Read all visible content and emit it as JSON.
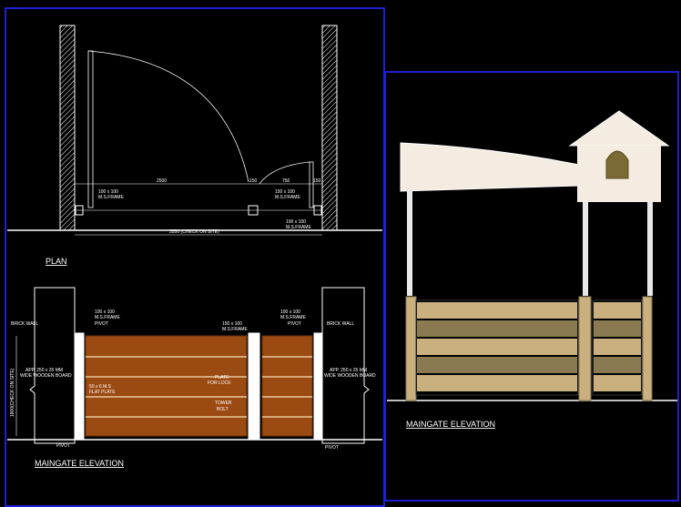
{
  "plan": {
    "title": "PLAN",
    "dim_left": "2500",
    "dim_mid": "150",
    "dim_right": "750",
    "dim_far": "150",
    "dim_total": "3550 (CHECK ON SITE)",
    "frame_left": [
      "100 x 100",
      "M.S.FRAME"
    ],
    "frame_mid": [
      "150 x 100",
      "M.S.FRAME"
    ],
    "frame_right": [
      "100 x 100",
      "M.S.FRAME"
    ]
  },
  "elevation": {
    "title": "MAINGATE  ELEVATION",
    "brick_left": "BRICK WALL",
    "brick_right": "BRICK WALL",
    "frame_left": [
      "100 x 100",
      "M.S.FRAME"
    ],
    "frame_mid": [
      "150 x 100",
      "M.S.FRAME"
    ],
    "frame_right": [
      "100 x 100",
      "M.S.FRAME"
    ],
    "pivot_tl": "PIVOT",
    "pivot_tr": "PIVOT",
    "pivot_bl": "PIVOT",
    "pivot_br": "PIVOT",
    "board_left": [
      "APP. 250 x 25 MM",
      "WIDE WOODEN BOARD"
    ],
    "board_right": [
      "APP. 250 x 25 MM",
      "WIDE WOODEN BOARD"
    ],
    "side_height": "1800(CHECK ON SITE)",
    "plate_note": [
      "50 x 6 M.S",
      "FLAT  PLATE"
    ],
    "lock_note": [
      "PLATE",
      "FOR LOCK"
    ],
    "bolt_note": [
      "TOWER",
      "BOLT"
    ]
  },
  "render": {
    "title": "MAINGATE  ELEVATION"
  },
  "colors": {
    "frame_border": "#1f1fd6",
    "wood": "#9b4a12",
    "wood_dark": "#6a3008",
    "board_light": "#c9b07e",
    "board_dark": "#8a7a52"
  }
}
